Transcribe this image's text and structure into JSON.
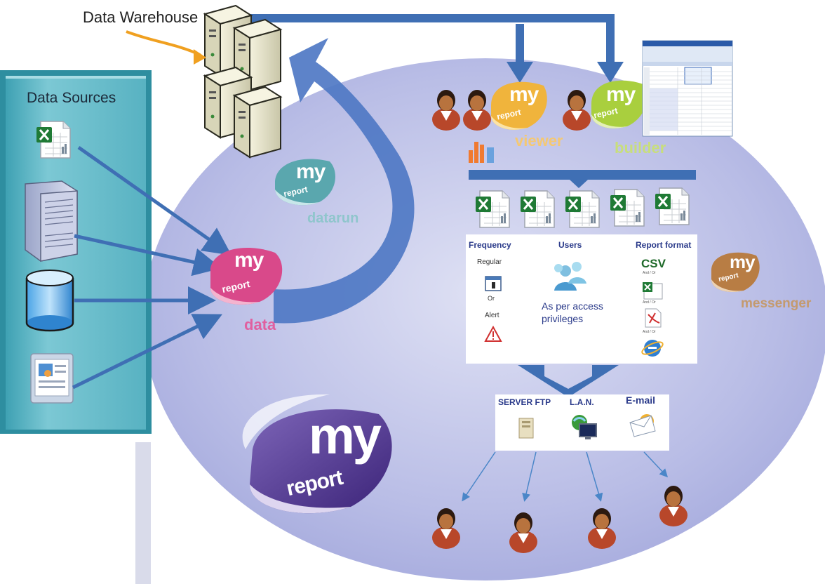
{
  "warehouse": {
    "label": "Data Warehouse"
  },
  "sources": {
    "title": "Data Sources"
  },
  "brand": {
    "my": "my",
    "report": "report"
  },
  "modules": {
    "data": "data",
    "datarun": "datarun",
    "viewer": "viewer",
    "builder": "builder",
    "messenger": "messenger"
  },
  "distribution": {
    "frequency": {
      "title": "Frequency",
      "regular": "Regular",
      "or": "Or",
      "alert": "Alert"
    },
    "users": {
      "title": "Users",
      "text1": "As per access",
      "text2": "privileges"
    },
    "formats": {
      "title": "Report format",
      "csv": "CSV",
      "andor": "And / Or"
    }
  },
  "channels": {
    "ftp": "SERVER FTP",
    "lan": "L.A.N.",
    "email": "E-mail"
  },
  "colors": {
    "panel": "#5fb7c6",
    "ellipse": "#b9bde6",
    "arrow": "#3f6fb4",
    "data_logo": "#d9498a",
    "datarun_logo": "#5aa7ae",
    "viewer_logo": "#f0b43c",
    "builder_logo": "#a9cf3e",
    "messenger_logo": "#b87d44",
    "main_logo": "#4b2f86"
  }
}
